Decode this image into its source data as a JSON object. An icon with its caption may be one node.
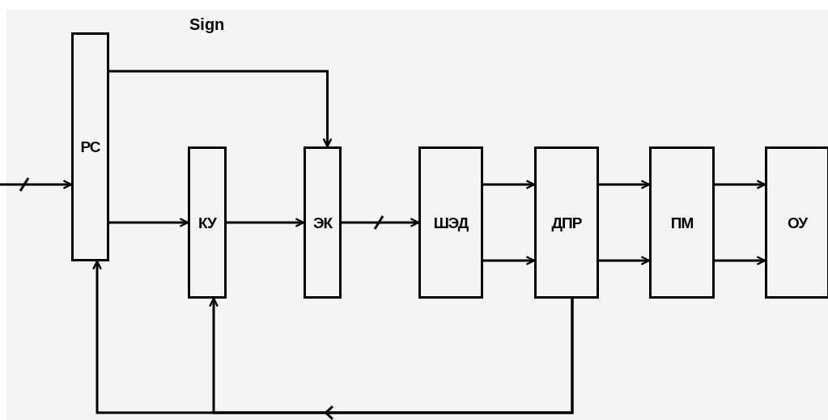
{
  "diagram": {
    "nodes": [
      {
        "text": [
          "РС"
        ]
      },
      {
        "text": [
          "КУ"
        ]
      },
      {
        "text": [
          "ЭК"
        ]
      },
      {
        "text": [
          "ШЭД"
        ]
      },
      {
        "text": [
          "ДПР"
        ]
      },
      {
        "text": [
          "ПМ"
        ]
      },
      {
        "text": [
          "ОУ"
        ]
      }
    ],
    "edges": [
      {
        "from": null,
        "to": 0,
        "arrow": "to"
      },
      {
        "from": 0,
        "to": 2,
        "arrow": "to",
        "label": "Sign"
      },
      {
        "from": 0,
        "to": 1,
        "arrow": "to"
      },
      {
        "from": 1,
        "to": 2,
        "arrow": "to"
      },
      {
        "from": 2,
        "to": 3,
        "arrow": "to"
      },
      {
        "from": 3,
        "to": 4,
        "arrow": "to"
      },
      {
        "from": 3,
        "to": 4,
        "arrow": "to"
      },
      {
        "from": 4,
        "to": 5,
        "arrow": "to"
      },
      {
        "from": 4,
        "to": 5,
        "arrow": "to"
      },
      {
        "from": 5,
        "to": 6,
        "arrow": "to"
      },
      {
        "from": 5,
        "to": 6,
        "arrow": "to"
      },
      {
        "from": 4,
        "to": 0,
        "arrow": "to"
      },
      {
        "from": 4,
        "to": 1,
        "arrow": "to"
      }
    ]
  }
}
